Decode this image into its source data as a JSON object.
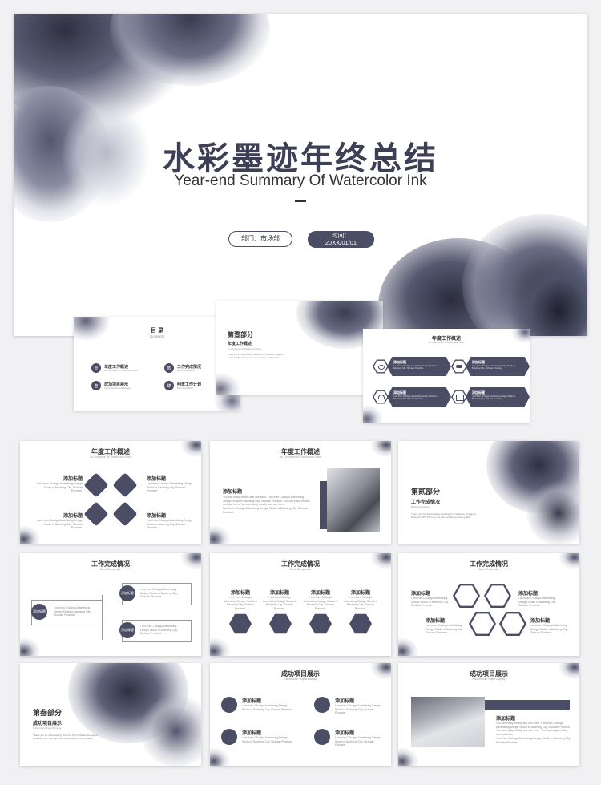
{
  "cover": {
    "title_cn": "水彩墨迹年终总结",
    "title_en": "Year-end Summary Of Watercolor Ink",
    "dept": "部门：市场部",
    "time_label": "时间：",
    "time_value": "20XX/01/01"
  },
  "toc": {
    "title": "目 录",
    "subtitle": "Contents",
    "items": [
      {
        "num": "壹",
        "label": "年度工作概述",
        "sub": "An Overview Of The Annual Work"
      },
      {
        "num": "贰",
        "label": "工作完成情况",
        "sub": "Work Completion"
      },
      {
        "num": "叁",
        "label": "成功项目展示",
        "sub": "Successful Project Display"
      },
      {
        "num": "肆",
        "label": "明年工作计划",
        "sub": "Next Work Plan"
      }
    ]
  },
  "section1": {
    "part": "第壹部分",
    "title": "年度工作概述",
    "sub": "An Overview Of The Annual Work",
    "body": "Thank you for downloading Jianbing Chu Software Designed business PPT. We hope we can provide you with quality."
  },
  "slide_overview_banners": {
    "title": "年度工作概述",
    "sub": "An Overview Of The Annual Work",
    "items": [
      {
        "h": "添加标题",
        "p": "I am from Chuzigu Advertising Design Studio in Baoheng City, Sichuan Province."
      },
      {
        "h": "添加标题",
        "p": "I am from Chuzigu Advertising Design Studio in Baoheng City, Sichuan Province."
      },
      {
        "h": "添加标题",
        "p": "I am from Chuzigu Advertising Design Studio in Baoheng City, Sichuan Province."
      },
      {
        "h": "添加标题",
        "p": "I am from Chuzigu Advertising Design Studio in Baoheng City, Sichuan Province."
      }
    ]
  },
  "slide_overview_x": {
    "title": "年度工作概述",
    "sub": "An Overview Of The Annual Work",
    "items": [
      {
        "h": "添加标题",
        "p": "I am from Chuzigu Advertising Design Studio in Baoheng City, Sichuan Province."
      },
      {
        "h": "添加标题",
        "p": "I am from Chuzigu Advertising Design Studio in Baoheng City, Sichuan Province."
      },
      {
        "h": "添加标题",
        "p": "I am from Chuzigu Advertising Design Studio in Baoheng City, Sichuan Province."
      },
      {
        "h": "添加标题",
        "p": "I am from Chuzigu Advertising Design Studio in Baoheng City, Sichuan Province."
      }
    ]
  },
  "slide_overview_photo": {
    "title": "年度工作概述",
    "sub": "An Overview Of The Annual Work",
    "h": "添加标题",
    "bullets": [
      "You can easily modify and use them. I am from Chuzigu Advertising Design Studio in Baoheng City, Sichuan Province. You can easily modify and use them. You can easily modify and use them.",
      "I am from Chuzigu Advertising Design Studio in Baoheng City, Sichuan Province."
    ]
  },
  "section2": {
    "part": "第贰部分",
    "title": "工作完成情况",
    "sub": "Work Completion",
    "body": "Thank you for downloading Jianbing Chu Software Designed business PPT. We hope we can provide you with quality."
  },
  "slide_work_tree": {
    "title": "工作完成情况",
    "sub": "Work Completion",
    "left": {
      "h": "添加标题",
      "p": "I am from Chuzigu Advertising Design Studio in Baoheng City, Sichuan Province."
    },
    "right": [
      {
        "h": "添加标题",
        "p": "I am from Chuzigu Advertising Design Studio in Baoheng City, Sichuan Province."
      },
      {
        "h": "添加标题",
        "p": "I am from Chuzigu Advertising Design Studio in Baoheng City, Sichuan Province."
      }
    ]
  },
  "slide_work_hexrow": {
    "title": "工作完成情况",
    "sub": "Work Completion",
    "items": [
      {
        "h": "添加标题",
        "p": "I am from Chuzigu Advertising Design Studio in Baoheng City, Sichuan Province."
      },
      {
        "h": "添加标题",
        "p": "I am from Chuzigu Advertising Design Studio in Baoheng City, Sichuan Province."
      },
      {
        "h": "添加标题",
        "p": "I am from Chuzigu Advertising Design Studio in Baoheng City, Sichuan Province."
      },
      {
        "h": "添加标题",
        "p": "I am from Chuzigu Advertising Design Studio in Baoheng City, Sichuan Province."
      }
    ]
  },
  "slide_work_hexcluster": {
    "title": "工作完成情况",
    "sub": "Work Completion",
    "items": [
      {
        "h": "添加标题",
        "p": "I am from Chuzigu Advertising Design Studio in Baoheng City, Sichuan Province."
      },
      {
        "h": "添加标题",
        "p": "I am from Chuzigu Advertising Design Studio in Baoheng City, Sichuan Province."
      },
      {
        "h": "添加标题",
        "p": "I am from Chuzigu Advertising Design Studio in Baoheng City, Sichuan Province."
      },
      {
        "h": "添加标题",
        "p": "I am from Chuzigu Advertising Design Studio in Baoheng City, Sichuan Province."
      }
    ]
  },
  "section3": {
    "part": "第叁部分",
    "title": "成功项目展示",
    "sub": "Successful Project Display",
    "body": "Thank you for downloading Jianbing Chu Software Designed business PPT. We hope we can provide you with quality."
  },
  "slide_project_icons": {
    "title": "成功项目展示",
    "sub": "Successful Project Display",
    "items": [
      {
        "h": "添加标题",
        "p": "I am from Chuzigu Advertising Design Studio in Baoheng City, Sichuan Province."
      },
      {
        "h": "添加标题",
        "p": "I am from Chuzigu Advertising Design Studio in Baoheng City, Sichuan Province."
      },
      {
        "h": "添加标题",
        "p": "I am from Chuzigu Advertising Design Studio in Baoheng City, Sichuan Province."
      },
      {
        "h": "添加标题",
        "p": "I am from Chuzigu Advertising Design Studio in Baoheng City, Sichuan Province."
      }
    ]
  },
  "slide_project_photo": {
    "title": "成功项目展示",
    "sub": "Successful Project Display",
    "h": "添加标题",
    "bullets": [
      "You can easily modify and use them. I am from Chuzigu Advertising Design Studio in Baoheng City, Sichuan Province. You can easily modify and use them. You can easily modify and use them.",
      "I am from Chuzigu Advertising Design Studio in Baoheng City, Sichuan Province."
    ]
  },
  "colors": {
    "navy": "#4a4d63",
    "ink_dark": "#2f3142",
    "ink_mid": "#7d8096",
    "ink_light": "#c9cbd6"
  }
}
